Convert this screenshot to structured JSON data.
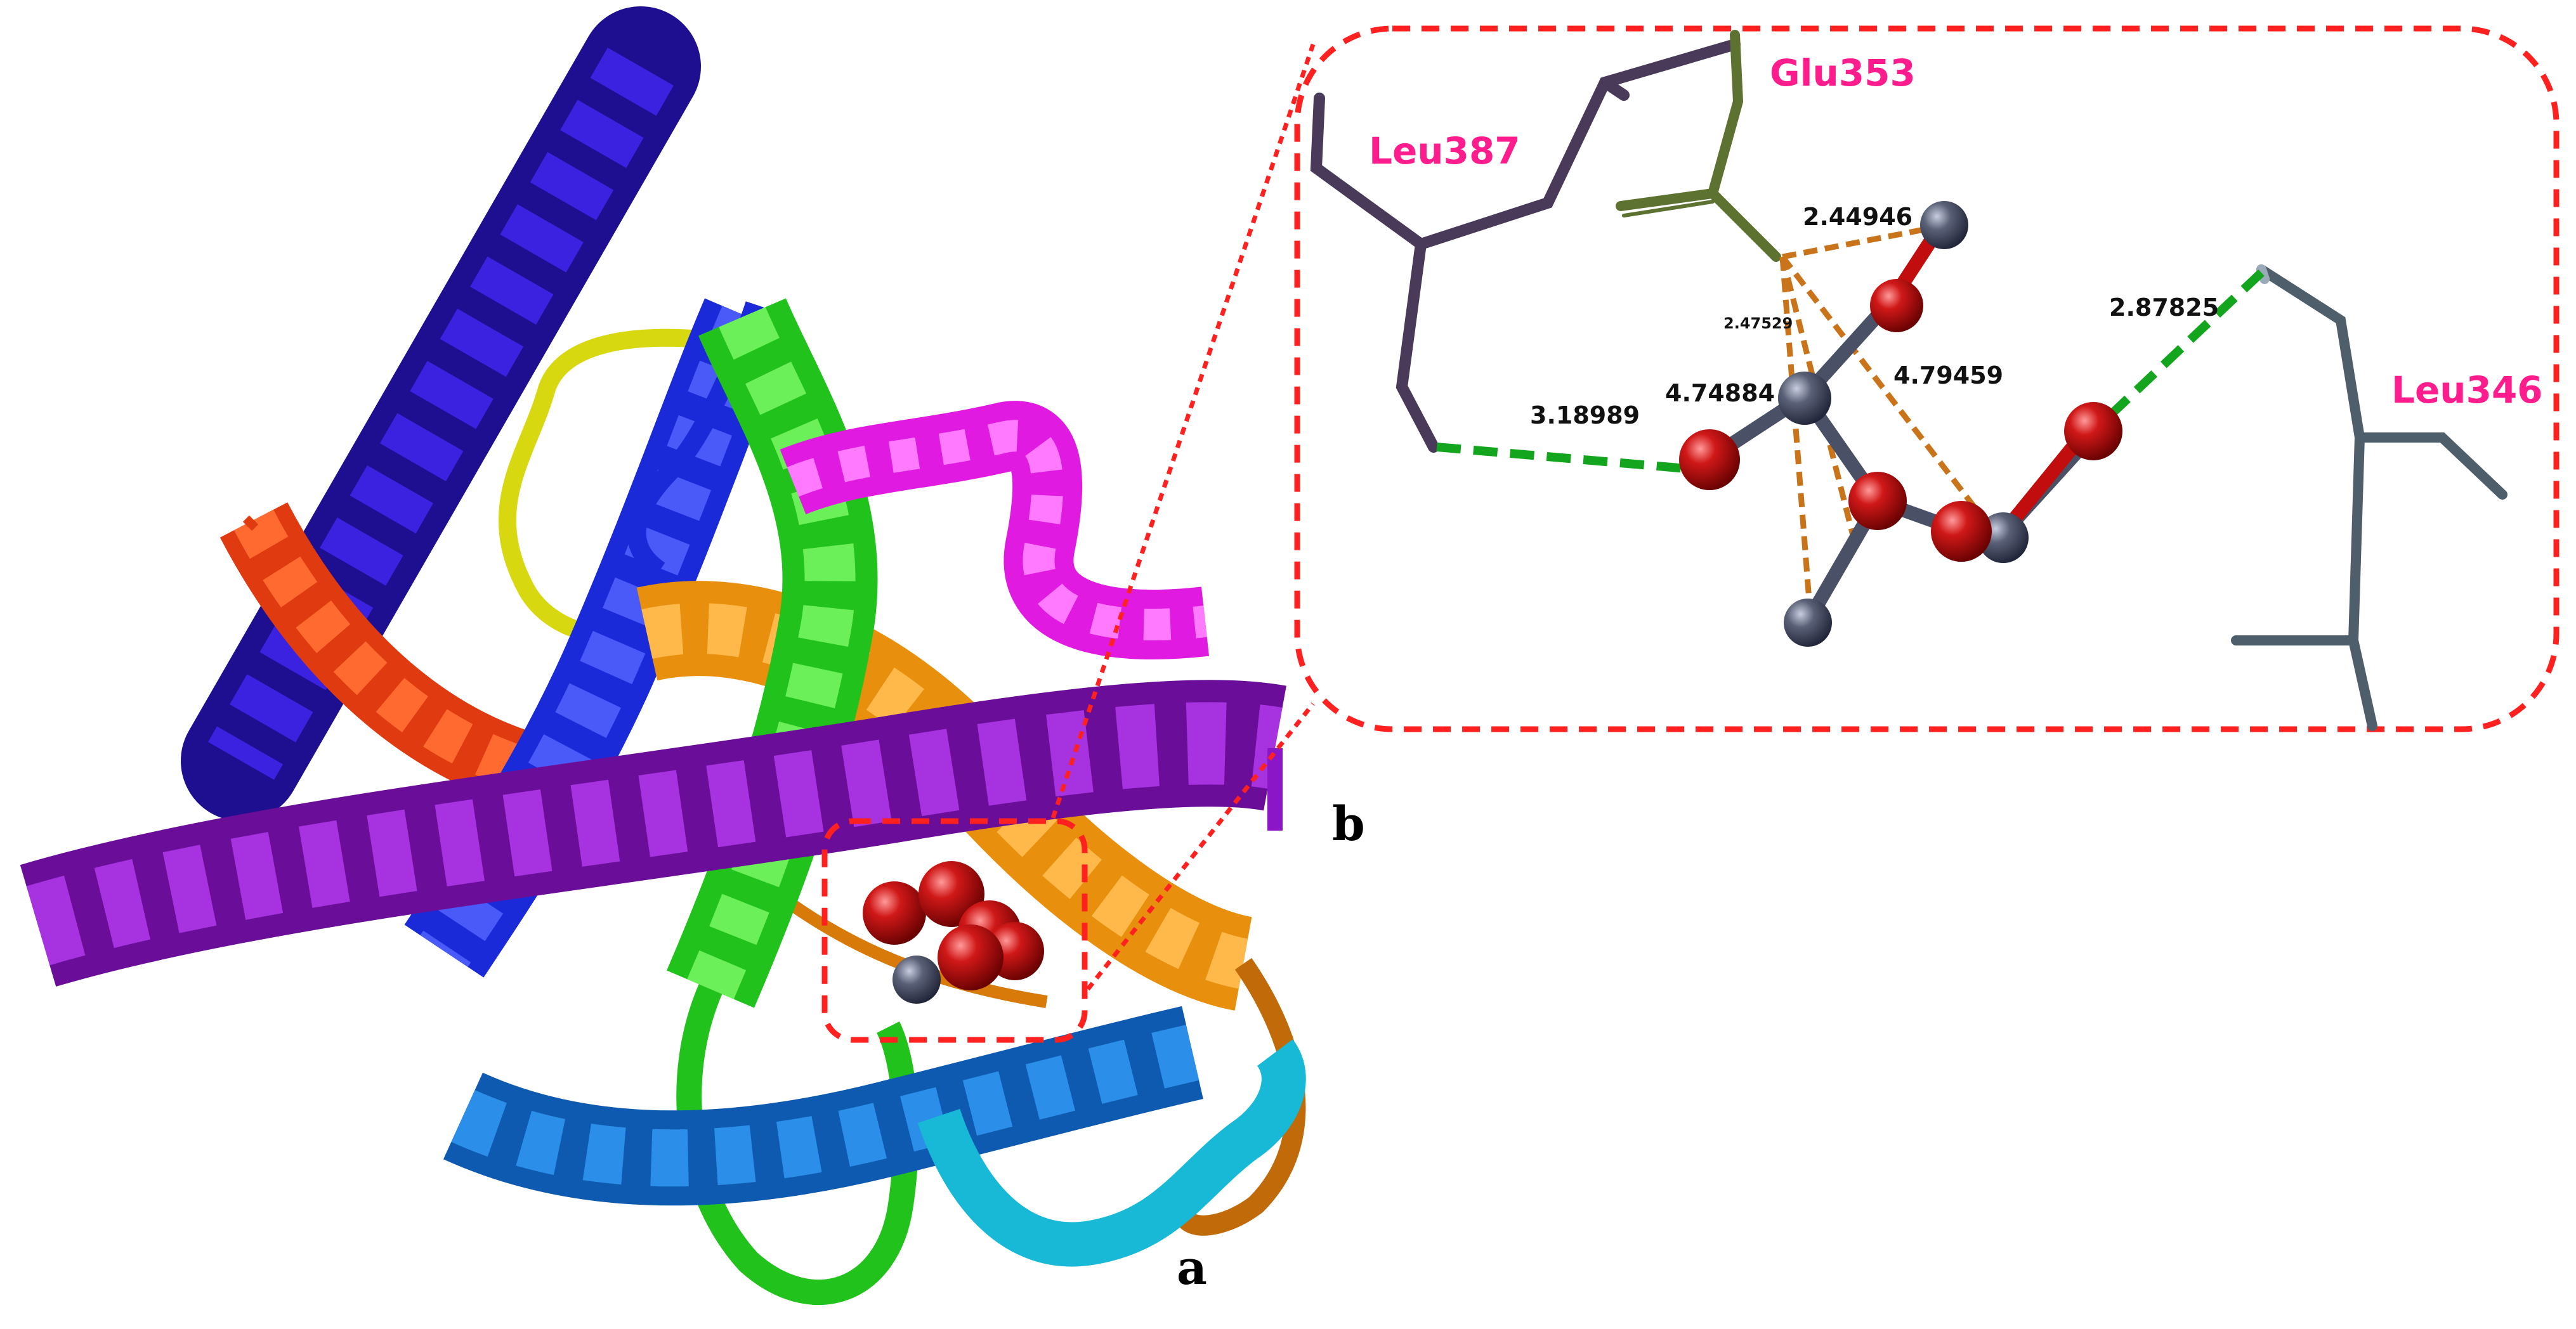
{
  "panel_labels": {
    "a": "a",
    "b": "b"
  },
  "residues": {
    "leu387": "Leu387",
    "glu353": "Glu353",
    "leu346": "Leu346"
  },
  "distances": {
    "d1": "2.44946",
    "d2": "2.47529",
    "d3": "3.18989",
    "d4": "4.74884",
    "d5": "4.79459",
    "d6": "2.87825"
  },
  "colors": {
    "zoom_box": "#ff2020",
    "residue_label": "#ff1d8e",
    "hbond": "#14a51e",
    "contact": "#c9741a",
    "oxygen": "#c10d0d",
    "metal": "#4a5066",
    "leu387": "#4a3a5a",
    "glu353": "#5d7230",
    "leu346": "#4f5e6b",
    "helix_blue": "#2a14c8",
    "helix_purple": "#8a16c8",
    "helix_green": "#21c21c",
    "helix_orange": "#e8900e",
    "helix_azure": "#1478d8",
    "helix_magenta": "#e01ae0",
    "helix_red": "#e03a10",
    "loop_cyan": "#17b9d6",
    "loop_yellow": "#d8d810"
  }
}
